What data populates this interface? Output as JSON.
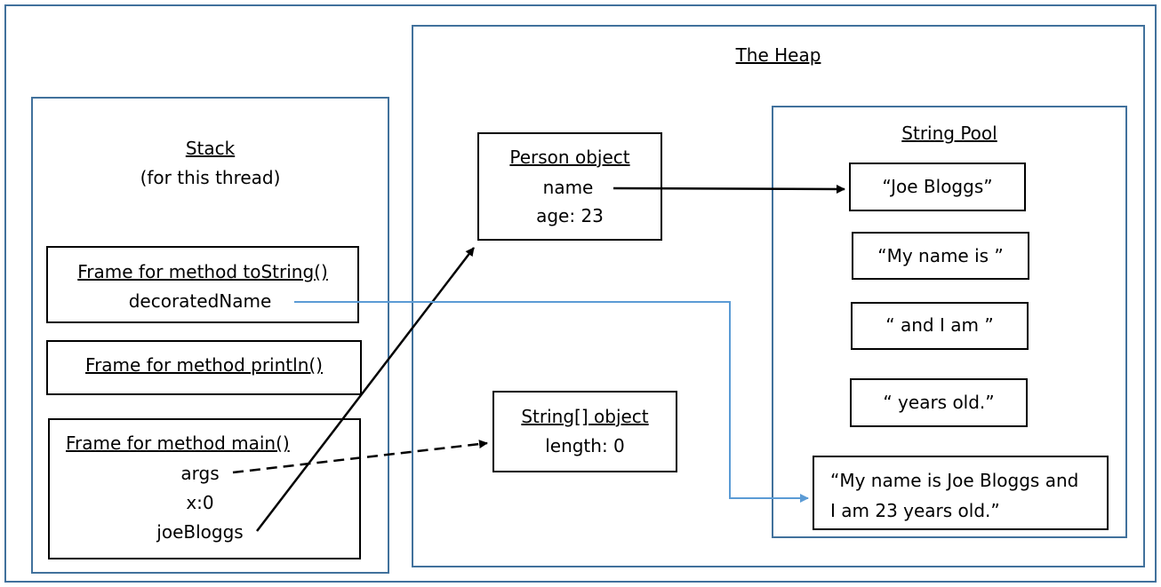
{
  "heap": {
    "title": "The Heap"
  },
  "stack": {
    "title": "Stack",
    "subtitle": "(for this thread)"
  },
  "frames": {
    "tostring": {
      "title": "Frame for method toString()",
      "var": "decoratedName"
    },
    "println": {
      "title": "Frame for method println()"
    },
    "main": {
      "title": "Frame for method main()",
      "vars": [
        "args",
        "x:0",
        "joeBloggs"
      ]
    }
  },
  "person": {
    "title": "Person object",
    "fields": [
      "name",
      "age: 23"
    ]
  },
  "string_array": {
    "title": "String[] object",
    "fields": [
      "length: 0"
    ]
  },
  "pool": {
    "title": "String Pool",
    "strings": [
      "“Joe Bloggs”",
      "“My name is ”",
      "“ and I am ”",
      "“ years old.”"
    ],
    "result_lines": [
      "“My name is Joe Bloggs and",
      "I am 23 years old.”"
    ]
  },
  "colors": {
    "container_border": "#41719c",
    "box_border": "#000000",
    "reference_arrow": "#000000",
    "result_arrow": "#5b9bd5"
  }
}
